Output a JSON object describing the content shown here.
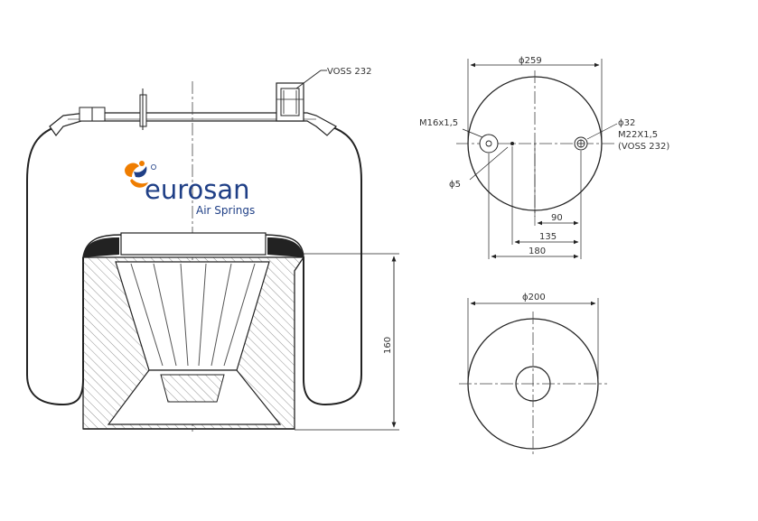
{
  "logo": {
    "name": "eurosan",
    "tagline": "Air Springs",
    "brand_color": "#1f3f86",
    "accent_color": "#ef7d00"
  },
  "side_view": {
    "valve_label": "VOSS 232",
    "height_dim": "160"
  },
  "top_view": {
    "diameter": "ϕ259",
    "left_port_thread": "M16x1,5",
    "right_port_dia": "ϕ32",
    "right_port_thread": "M22X1,5",
    "right_port_note": "(VOSS 232)",
    "pin_dia": "ϕ5",
    "offset_90": "90",
    "offset_135": "135",
    "offset_180": "180"
  },
  "bottom_view": {
    "diameter": "ϕ200"
  },
  "colors": {
    "line": "#222222",
    "hatch": "#666666",
    "bellows_fill": "#ffffff",
    "piston_fill": "#f2f2f2"
  }
}
